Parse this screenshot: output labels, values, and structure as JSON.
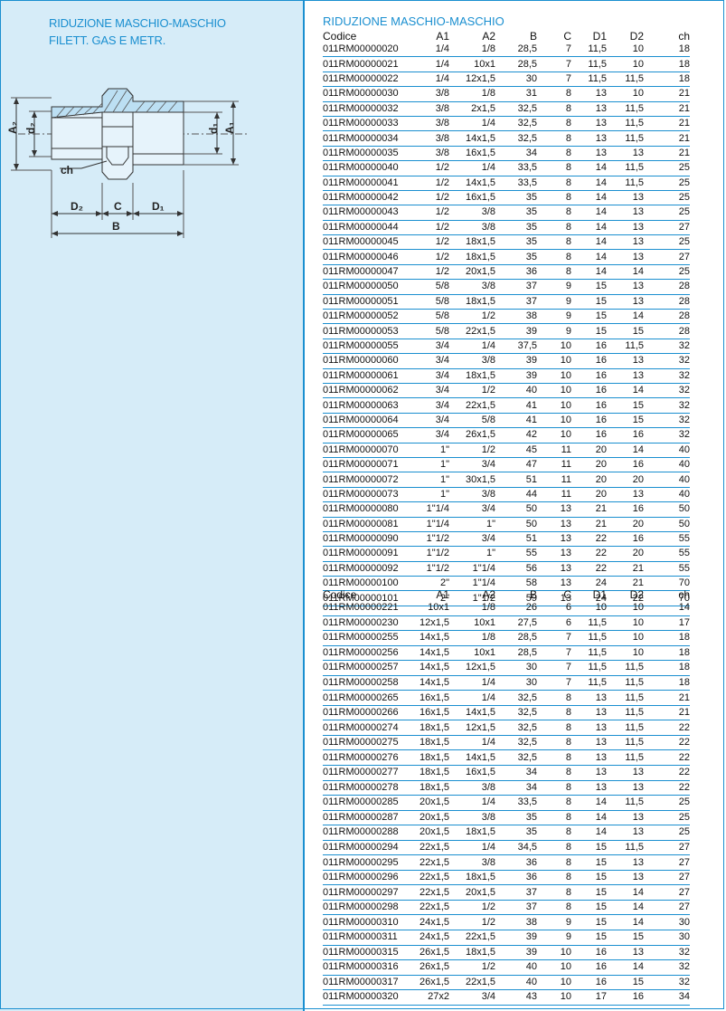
{
  "left_title": [
    "RIDUZIONE MASCHIO-MASCHIO",
    "FILETT. GAS E METR."
  ],
  "right_title": "RIDUZIONE MASCHIO-MASCHIO",
  "diagram_labels": {
    "a2": "A₂",
    "d2": "d₂",
    "d1": "d₁",
    "a1": "A₁",
    "ch": "ch",
    "D2": "D₂",
    "C": "C",
    "D1": "D₁",
    "B": "B"
  },
  "columns": [
    "Codice",
    "A1",
    "A2",
    "B",
    "C",
    "D1",
    "D2",
    "ch"
  ],
  "colors": {
    "accent": "#1a8fd0",
    "panel": "#d6ecf8"
  },
  "table1": [
    [
      "011RM00000020",
      "1/4",
      "1/8",
      "28,5",
      "7",
      "11,5",
      "10",
      "18"
    ],
    [
      "011RM00000021",
      "1/4",
      "10x1",
      "28,5",
      "7",
      "11,5",
      "10",
      "18"
    ],
    [
      "011RM00000022",
      "1/4",
      "12x1,5",
      "30",
      "7",
      "11,5",
      "11,5",
      "18"
    ],
    [
      "011RM00000030",
      "3/8",
      "1/8",
      "31",
      "8",
      "13",
      "10",
      "21"
    ],
    [
      "011RM00000032",
      "3/8",
      "2x1,5",
      "32,5",
      "8",
      "13",
      "11,5",
      "21"
    ],
    [
      "011RM00000033",
      "3/8",
      "1/4",
      "32,5",
      "8",
      "13",
      "11,5",
      "21"
    ],
    [
      "011RM00000034",
      "3/8",
      "14x1,5",
      "32,5",
      "8",
      "13",
      "11,5",
      "21"
    ],
    [
      "011RM00000035",
      "3/8",
      "16x1,5",
      "34",
      "8",
      "13",
      "13",
      "21"
    ],
    [
      "011RM00000040",
      "1/2",
      "1/4",
      "33,5",
      "8",
      "14",
      "11,5",
      "25"
    ],
    [
      "011RM00000041",
      "1/2",
      "14x1,5",
      "33,5",
      "8",
      "14",
      "11,5",
      "25"
    ],
    [
      "011RM00000042",
      "1/2",
      "16x1,5",
      "35",
      "8",
      "14",
      "13",
      "25"
    ],
    [
      "011RM00000043",
      "1/2",
      "3/8",
      "35",
      "8",
      "14",
      "13",
      "25"
    ],
    [
      "011RM00000044",
      "1/2",
      "3/8",
      "35",
      "8",
      "14",
      "13",
      "27"
    ],
    [
      "011RM00000045",
      "1/2",
      "18x1,5",
      "35",
      "8",
      "14",
      "13",
      "25"
    ],
    [
      "011RM00000046",
      "1/2",
      "18x1,5",
      "35",
      "8",
      "14",
      "13",
      "27"
    ],
    [
      "011RM00000047",
      "1/2",
      "20x1,5",
      "36",
      "8",
      "14",
      "14",
      "25"
    ],
    [
      "011RM00000050",
      "5/8",
      "3/8",
      "37",
      "9",
      "15",
      "13",
      "28"
    ],
    [
      "011RM00000051",
      "5/8",
      "18x1,5",
      "37",
      "9",
      "15",
      "13",
      "28"
    ],
    [
      "011RM00000052",
      "5/8",
      "1/2",
      "38",
      "9",
      "15",
      "14",
      "28"
    ],
    [
      "011RM00000053",
      "5/8",
      "22x1,5",
      "39",
      "9",
      "15",
      "15",
      "28"
    ],
    [
      "011RM00000055",
      "3/4",
      "1/4",
      "37,5",
      "10",
      "16",
      "11,5",
      "32"
    ],
    [
      "011RM00000060",
      "3/4",
      "3/8",
      "39",
      "10",
      "16",
      "13",
      "32"
    ],
    [
      "011RM00000061",
      "3/4",
      "18x1,5",
      "39",
      "10",
      "16",
      "13",
      "32"
    ],
    [
      "011RM00000062",
      "3/4",
      "1/2",
      "40",
      "10",
      "16",
      "14",
      "32"
    ],
    [
      "011RM00000063",
      "3/4",
      "22x1,5",
      "41",
      "10",
      "16",
      "15",
      "32"
    ],
    [
      "011RM00000064",
      "3/4",
      "5/8",
      "41",
      "10",
      "16",
      "15",
      "32"
    ],
    [
      "011RM00000065",
      "3/4",
      "26x1,5",
      "42",
      "10",
      "16",
      "16",
      "32"
    ],
    [
      "011RM00000070",
      "1\"",
      "1/2",
      "45",
      "11",
      "20",
      "14",
      "40"
    ],
    [
      "011RM00000071",
      "1\"",
      "3/4",
      "47",
      "11",
      "20",
      "16",
      "40"
    ],
    [
      "011RM00000072",
      "1\"",
      "30x1,5",
      "51",
      "11",
      "20",
      "20",
      "40"
    ],
    [
      "011RM00000073",
      "1\"",
      "3/8",
      "44",
      "11",
      "20",
      "13",
      "40"
    ],
    [
      "011RM00000080",
      "1\"1/4",
      "3/4",
      "50",
      "13",
      "21",
      "16",
      "50"
    ],
    [
      "011RM00000081",
      "1\"1/4",
      "1\"",
      "50",
      "13",
      "21",
      "20",
      "50"
    ],
    [
      "011RM00000090",
      "1\"1/2",
      "3/4",
      "51",
      "13",
      "22",
      "16",
      "55"
    ],
    [
      "011RM00000091",
      "1\"1/2",
      "1\"",
      "55",
      "13",
      "22",
      "20",
      "55"
    ],
    [
      "011RM00000092",
      "1\"1/2",
      "1\"1/4",
      "56",
      "13",
      "22",
      "21",
      "55"
    ],
    [
      "011RM00000100",
      "2\"",
      "1\"1/4",
      "58",
      "13",
      "24",
      "21",
      "70"
    ],
    [
      "011RM00000101",
      "2\"",
      "1\"1/2",
      "59",
      "13",
      "24",
      "22",
      "70"
    ]
  ],
  "table2": [
    [
      "011RM00000221",
      "10x1",
      "1/8",
      "26",
      "6",
      "10",
      "10",
      "14"
    ],
    [
      "011RM00000230",
      "12x1,5",
      "10x1",
      "27,5",
      "6",
      "11,5",
      "10",
      "17"
    ],
    [
      "011RM00000255",
      "14x1,5",
      "1/8",
      "28,5",
      "7",
      "11,5",
      "10",
      "18"
    ],
    [
      "011RM00000256",
      "14x1,5",
      "10x1",
      "28,5",
      "7",
      "11,5",
      "10",
      "18"
    ],
    [
      "011RM00000257",
      "14x1,5",
      "12x1,5",
      "30",
      "7",
      "11,5",
      "11,5",
      "18"
    ],
    [
      "011RM00000258",
      "14x1,5",
      "1/4",
      "30",
      "7",
      "11,5",
      "11,5",
      "18"
    ],
    [
      "011RM00000265",
      "16x1,5",
      "1/4",
      "32,5",
      "8",
      "13",
      "11,5",
      "21"
    ],
    [
      "011RM00000266",
      "16x1,5",
      "14x1,5",
      "32,5",
      "8",
      "13",
      "11,5",
      "21"
    ],
    [
      "011RM00000274",
      "18x1,5",
      "12x1,5",
      "32,5",
      "8",
      "13",
      "11,5",
      "22"
    ],
    [
      "011RM00000275",
      "18x1,5",
      "1/4",
      "32,5",
      "8",
      "13",
      "11,5",
      "22"
    ],
    [
      "011RM00000276",
      "18x1,5",
      "14x1,5",
      "32,5",
      "8",
      "13",
      "11,5",
      "22"
    ],
    [
      "011RM00000277",
      "18x1,5",
      "16x1,5",
      "34",
      "8",
      "13",
      "13",
      "22"
    ],
    [
      "011RM00000278",
      "18x1,5",
      "3/8",
      "34",
      "8",
      "13",
      "13",
      "22"
    ],
    [
      "011RM00000285",
      "20x1,5",
      "1/4",
      "33,5",
      "8",
      "14",
      "11,5",
      "25"
    ],
    [
      "011RM00000287",
      "20x1,5",
      "3/8",
      "35",
      "8",
      "14",
      "13",
      "25"
    ],
    [
      "011RM00000288",
      "20x1,5",
      "18x1,5",
      "35",
      "8",
      "14",
      "13",
      "25"
    ],
    [
      "011RM00000294",
      "22x1,5",
      "1/4",
      "34,5",
      "8",
      "15",
      "11,5",
      "27"
    ],
    [
      "011RM00000295",
      "22x1,5",
      "3/8",
      "36",
      "8",
      "15",
      "13",
      "27"
    ],
    [
      "011RM00000296",
      "22x1,5",
      "18x1,5",
      "36",
      "8",
      "15",
      "13",
      "27"
    ],
    [
      "011RM00000297",
      "22x1,5",
      "20x1,5",
      "37",
      "8",
      "15",
      "14",
      "27"
    ],
    [
      "011RM00000298",
      "22x1,5",
      "1/2",
      "37",
      "8",
      "15",
      "14",
      "27"
    ],
    [
      "011RM00000310",
      "24x1,5",
      "1/2",
      "38",
      "9",
      "15",
      "14",
      "30"
    ],
    [
      "011RM00000311",
      "24x1,5",
      "22x1,5",
      "39",
      "9",
      "15",
      "15",
      "30"
    ],
    [
      "011RM00000315",
      "26x1,5",
      "18x1,5",
      "39",
      "10",
      "16",
      "13",
      "32"
    ],
    [
      "011RM00000316",
      "26x1,5",
      "1/2",
      "40",
      "10",
      "16",
      "14",
      "32"
    ],
    [
      "011RM00000317",
      "26x1,5",
      "22x1,5",
      "40",
      "10",
      "16",
      "15",
      "32"
    ],
    [
      "011RM00000320",
      "27x2",
      "3/4",
      "43",
      "10",
      "17",
      "16",
      "34"
    ]
  ]
}
